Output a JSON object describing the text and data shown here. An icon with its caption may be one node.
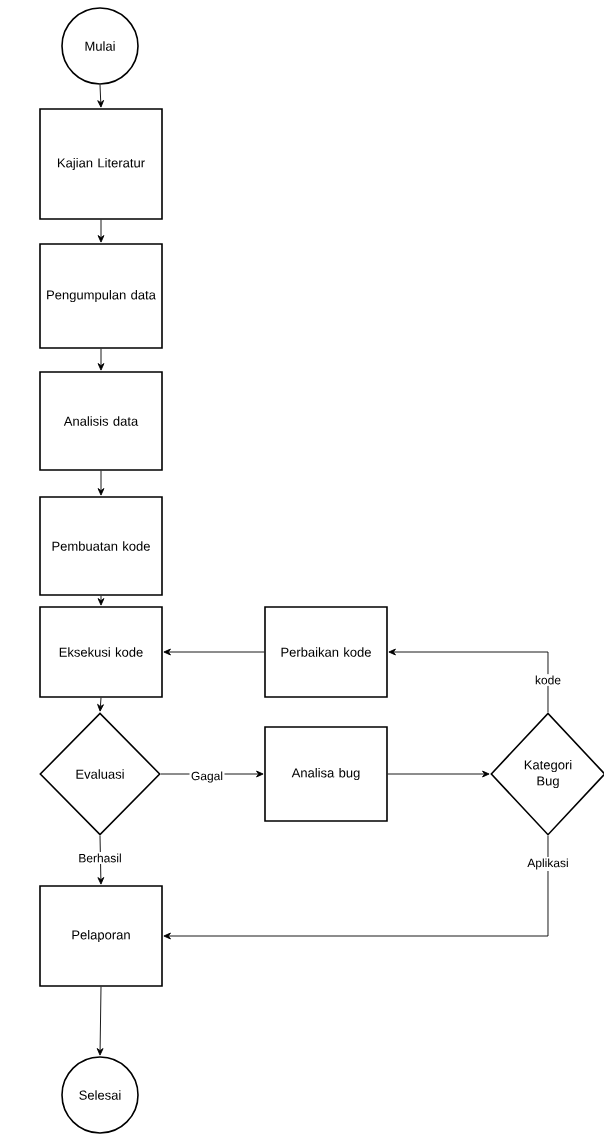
{
  "diagram": {
    "nodes": [
      {
        "text": [
          "Mulai"
        ]
      },
      {
        "text": [
          "Kajian Literatur"
        ]
      },
      {
        "text": [
          "Pengumpulan data"
        ]
      },
      {
        "text": [
          "Analisis data"
        ]
      },
      {
        "text": [
          "Pembuatan kode"
        ]
      },
      {
        "text": [
          "Eksekusi kode"
        ]
      },
      {
        "text": [
          "Perbaikan kode"
        ]
      },
      {
        "text": [
          "Evaluasi"
        ]
      },
      {
        "text": [
          "Analisa bug"
        ]
      },
      {
        "text": [
          "Kategori Bug"
        ]
      },
      {
        "text": [
          "Pelaporan"
        ]
      },
      {
        "text": [
          "Selesai"
        ]
      }
    ],
    "edges": [
      {
        "from": 0,
        "to": 1,
        "arrow": "to"
      },
      {
        "from": 1,
        "to": 2,
        "arrow": "to"
      },
      {
        "from": 2,
        "to": 3,
        "arrow": "to"
      },
      {
        "from": 3,
        "to": 4,
        "arrow": "to"
      },
      {
        "from": 4,
        "to": 5,
        "arrow": "to"
      },
      {
        "from": 5,
        "to": 7,
        "arrow": "to"
      },
      {
        "from": 7,
        "to": 8,
        "arrow": "to",
        "label": "Gagal"
      },
      {
        "from": 7,
        "to": 10,
        "arrow": "to",
        "label": "Berhasil"
      },
      {
        "from": 8,
        "to": 9,
        "arrow": "to"
      },
      {
        "from": 9,
        "to": 6,
        "arrow": "to",
        "label": "kode"
      },
      {
        "from": 6,
        "to": 5,
        "arrow": "to"
      },
      {
        "from": 9,
        "to": 10,
        "arrow": "to",
        "label": "Aplikasi"
      },
      {
        "from": 10,
        "to": 11,
        "arrow": "to"
      }
    ]
  }
}
